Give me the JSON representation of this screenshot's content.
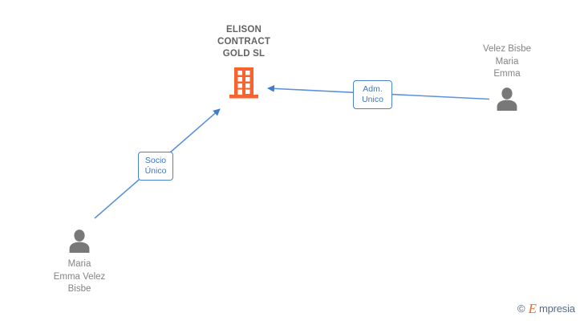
{
  "company": {
    "name": "ELISON\nCONTRACT\nGOLD SL",
    "icon": "building-icon",
    "color": "#f9642e"
  },
  "people": [
    {
      "id": "person-right",
      "name": "Velez Bisbe\nMaria\nEmma",
      "icon": "person-icon",
      "color": "#787878",
      "label_position": "above"
    },
    {
      "id": "person-left",
      "name": "Maria\nEmma Velez\nBisbe",
      "icon": "person-icon",
      "color": "#787878",
      "label_position": "below"
    }
  ],
  "relations": [
    {
      "id": "relation-adm-unico",
      "label": "Adm.\nUnico",
      "from": "person-right",
      "to": "company",
      "color": "#4a84d0"
    },
    {
      "id": "relation-socio-unico",
      "label": "Socio\nÚnico",
      "from": "person-left",
      "to": "company",
      "color": "#4a84d0"
    }
  ],
  "watermark": {
    "copyright": "©",
    "brand_initial": "E",
    "brand_rest": "mpresia"
  },
  "colors": {
    "background": "#ffffff",
    "edge": "#4a84d0",
    "company": "#f9642e",
    "person": "#787878",
    "title_text": "#636363",
    "person_text": "#848484",
    "label_text": "#3d77c2"
  }
}
